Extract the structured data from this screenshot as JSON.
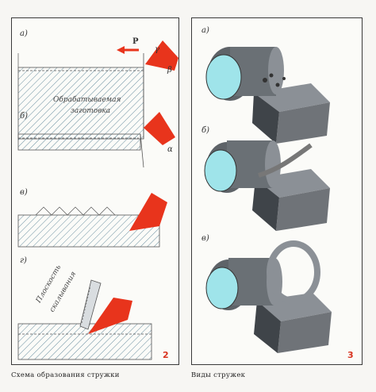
{
  "left_panel": {
    "number": "2",
    "caption": "Схема образования стружки",
    "steps": [
      {
        "label": "а)"
      },
      {
        "label": "б)"
      },
      {
        "label": "в)"
      },
      {
        "label": "г)"
      }
    ],
    "force_label": "P",
    "angle_gamma": "γ",
    "angle_beta": "β",
    "angle_alpha": "α",
    "workpiece_text_1": "Обрабатываемая",
    "workpiece_text_2": "заготовка",
    "shear_text_1": "Плоскость",
    "shear_text_2": "скалывания"
  },
  "right_panel": {
    "number": "3",
    "caption": "Виды стружек",
    "steps": [
      {
        "label": "а)"
      },
      {
        "label": "б)"
      },
      {
        "label": "в)"
      }
    ]
  },
  "colors": {
    "tool_red": "#e8341c",
    "metal_gray": "#6f7378",
    "metal_light": "#c8ced3",
    "face_cyan": "#9fe4ea"
  }
}
